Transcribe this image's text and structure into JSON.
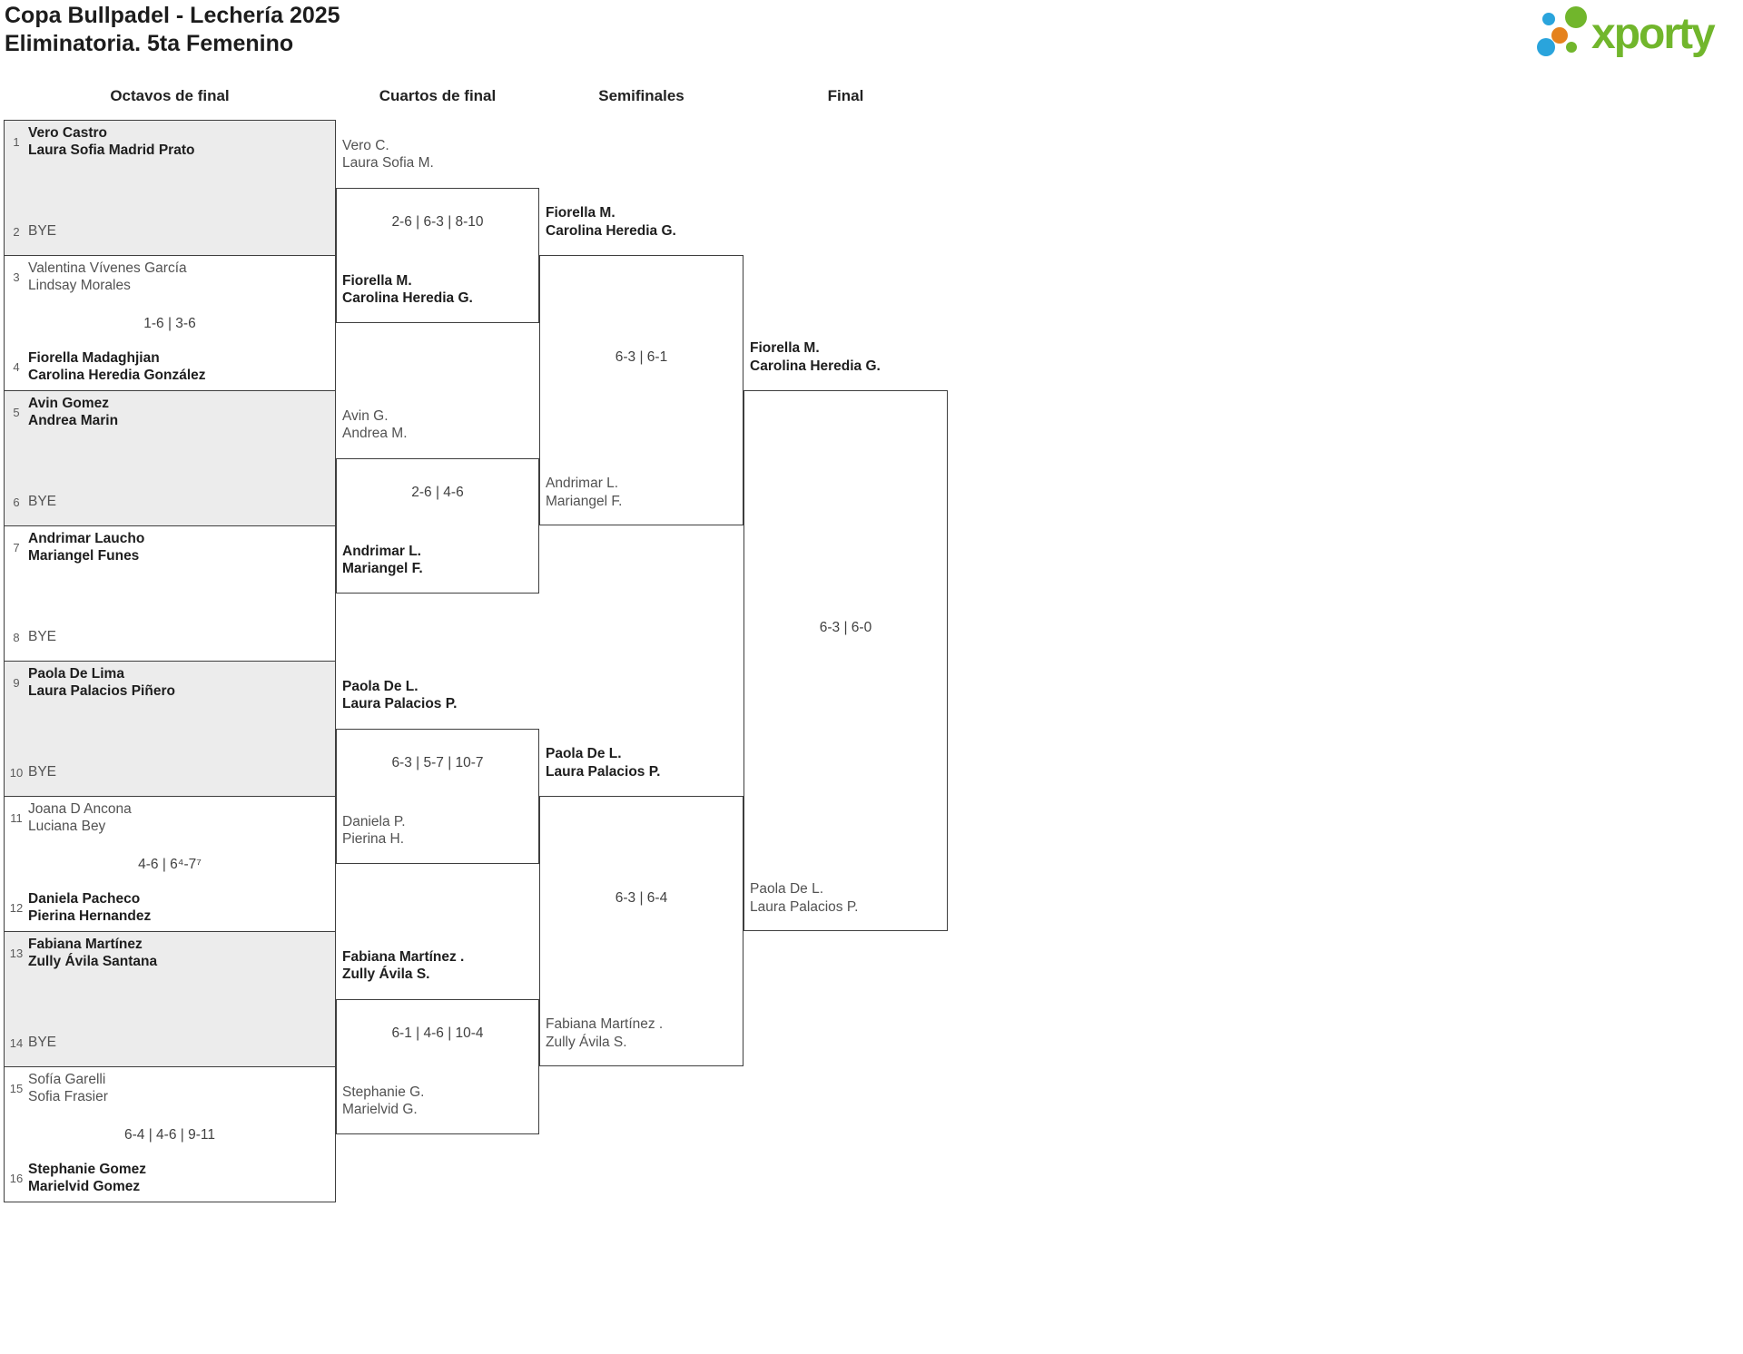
{
  "header": {
    "title_line1": "Copa Bullpadel - Lechería 2025",
    "title_line2": "Eliminatoria. 5ta Femenino",
    "logo_text": "xporty"
  },
  "columns": [
    "Octavos de final",
    "Cuartos de final",
    "Semifinales",
    "Final"
  ],
  "colors": {
    "logo_green": "#71b62c",
    "logo_blue": "#2aa4dc",
    "logo_orange": "#e5821d",
    "shaded_box": "#ececec",
    "border": "#3e3e3e"
  },
  "bracket": {
    "r16": [
      {
        "shaded": true,
        "top": {
          "seed": "1",
          "line1": "Vero Castro",
          "line2": "Laura Sofia Madrid Prato",
          "bold": true
        },
        "score": "",
        "bottom": {
          "seed": "2",
          "line1": "BYE",
          "line2": "",
          "bold": false
        }
      },
      {
        "shaded": false,
        "top": {
          "seed": "3",
          "line1": "Valentina Vívenes García",
          "line2": "Lindsay Morales",
          "bold": false
        },
        "score": "1-6 | 3-6",
        "bottom": {
          "seed": "4",
          "line1": "Fiorella Madaghjian",
          "line2": "Carolina Heredia González",
          "bold": true
        }
      },
      {
        "shaded": true,
        "top": {
          "seed": "5",
          "line1": "Avin Gomez",
          "line2": "Andrea Marin",
          "bold": true
        },
        "score": "",
        "bottom": {
          "seed": "6",
          "line1": "BYE",
          "line2": "",
          "bold": false
        }
      },
      {
        "shaded": false,
        "top": {
          "seed": "7",
          "line1": "Andrimar Laucho",
          "line2": "Mariangel Funes",
          "bold": true
        },
        "score": "",
        "bottom": {
          "seed": "8",
          "line1": "BYE",
          "line2": "",
          "bold": false
        }
      },
      {
        "shaded": true,
        "top": {
          "seed": "9",
          "line1": "Paola De Lima",
          "line2": "Laura Palacios Piñero",
          "bold": true
        },
        "score": "",
        "bottom": {
          "seed": "10",
          "line1": "BYE",
          "line2": "",
          "bold": false
        }
      },
      {
        "shaded": false,
        "top": {
          "seed": "11",
          "line1": "Joana D Ancona",
          "line2": "Luciana Bey",
          "bold": false
        },
        "score": "4-6 | 6⁴-7⁷",
        "bottom": {
          "seed": "12",
          "line1": "Daniela Pacheco",
          "line2": "Pierina Hernandez",
          "bold": true
        }
      },
      {
        "shaded": true,
        "top": {
          "seed": "13",
          "line1": "Fabiana Martínez",
          "line2": "Zully Ávila Santana",
          "bold": true
        },
        "score": "",
        "bottom": {
          "seed": "14",
          "line1": "BYE",
          "line2": "",
          "bold": false
        }
      },
      {
        "shaded": false,
        "top": {
          "seed": "15",
          "line1": "Sofía Garelli",
          "line2": "Sofia Frasier",
          "bold": false
        },
        "score": "6-4 | 4-6 | 9-11",
        "bottom": {
          "seed": "16",
          "line1": "Stephanie Gomez",
          "line2": "Marielvid Gomez",
          "bold": true
        }
      }
    ],
    "qf": [
      {
        "top": {
          "line1": "Vero C.",
          "line2": "Laura Sofia M.",
          "bold": false
        },
        "score": "2-6 | 6-3 | 8-10",
        "bottom": {
          "line1": "Fiorella M.",
          "line2": "Carolina Heredia G.",
          "bold": true
        }
      },
      {
        "top": {
          "line1": "Avin G.",
          "line2": "Andrea M.",
          "bold": false
        },
        "score": "2-6 | 4-6",
        "bottom": {
          "line1": "Andrimar L.",
          "line2": "Mariangel F.",
          "bold": true
        }
      },
      {
        "top": {
          "line1": "Paola De L.",
          "line2": "Laura Palacios P.",
          "bold": true
        },
        "score": "6-3 | 5-7 | 10-7",
        "bottom": {
          "line1": "Daniela P.",
          "line2": "Pierina H.",
          "bold": false
        }
      },
      {
        "top": {
          "line1": "Fabiana Martínez .",
          "line2": "Zully Ávila S.",
          "bold": true
        },
        "score": "6-1 | 4-6 | 10-4",
        "bottom": {
          "line1": "Stephanie G.",
          "line2": "Marielvid G.",
          "bold": false
        }
      }
    ],
    "sf": [
      {
        "top": {
          "line1": "Fiorella M.",
          "line2": "Carolina Heredia G.",
          "bold": true
        },
        "score": "6-3 | 6-1",
        "bottom": {
          "line1": "Andrimar L.",
          "line2": "Mariangel F.",
          "bold": false
        }
      },
      {
        "top": {
          "line1": "Paola De L.",
          "line2": "Laura Palacios P.",
          "bold": true
        },
        "score": "6-3 | 6-4",
        "bottom": {
          "line1": "Fabiana Martínez .",
          "line2": "Zully Ávila S.",
          "bold": false
        }
      }
    ],
    "final": [
      {
        "top": {
          "line1": "Fiorella M.",
          "line2": "Carolina Heredia G.",
          "bold": true
        },
        "score": "6-3 | 6-0",
        "bottom": {
          "line1": "Paola De L.",
          "line2": "Laura Palacios P.",
          "bold": false
        }
      }
    ]
  }
}
